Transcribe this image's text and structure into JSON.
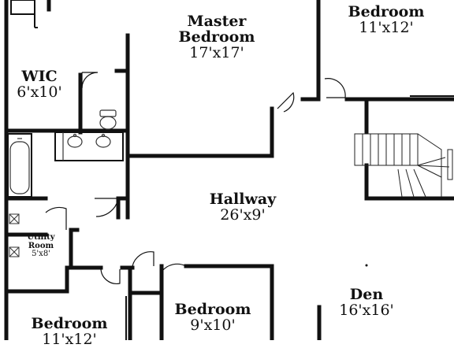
{
  "rooms": [
    {
      "key": "master",
      "name_lines": [
        "Master",
        "Bedroom"
      ],
      "dims": "17'x17'"
    },
    {
      "key": "bed-ne",
      "name_lines": [
        "Bedroom"
      ],
      "dims": "11'x12'"
    },
    {
      "key": "wic",
      "name_lines": [
        "WIC"
      ],
      "dims": "6'x10'"
    },
    {
      "key": "hallway",
      "name_lines": [
        "Hallway"
      ],
      "dims": "26'x9'"
    },
    {
      "key": "utility",
      "name_lines": [
        "Utility",
        "Room"
      ],
      "dims": "5'x8'"
    },
    {
      "key": "bed-s",
      "name_lines": [
        "Bedroom"
      ],
      "dims": "9'x10'"
    },
    {
      "key": "bed-sw",
      "name_lines": [
        "Bedroom"
      ],
      "dims": "11'x12'"
    },
    {
      "key": "den",
      "name_lines": [
        "Den"
      ],
      "dims": "16'x16'"
    }
  ]
}
